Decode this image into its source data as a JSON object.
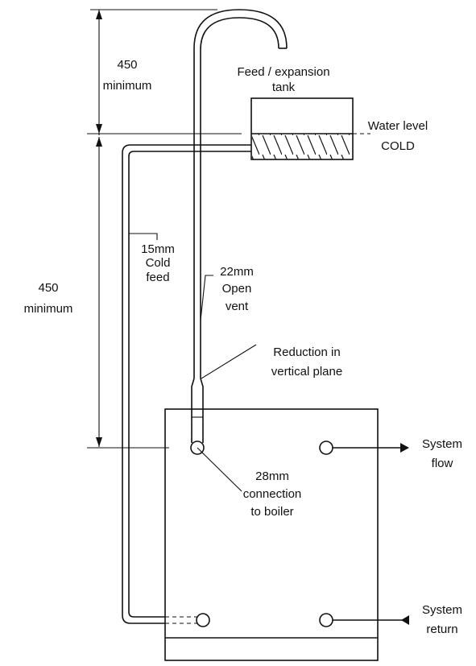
{
  "labels": {
    "dim_top_value": "450",
    "dim_top_unit": "minimum",
    "dim_side_value": "450",
    "dim_side_unit": "minimum",
    "tank_line1": "Feed / expansion",
    "tank_line2": "tank",
    "water_line1": "Water level",
    "water_line2": "COLD",
    "cold_feed_line1": "15mm",
    "cold_feed_line2": "Cold",
    "cold_feed_line3": "feed",
    "vent_line1": "22mm",
    "vent_line2": "Open",
    "vent_line3": "vent",
    "reduction_line1": "Reduction in",
    "reduction_line2": "vertical plane",
    "connection_line1": "28mm",
    "connection_line2": "connection",
    "connection_line3": "to boiler",
    "flow_line1": "System",
    "flow_line2": "flow",
    "return_line1": "System",
    "return_line2": "return"
  }
}
